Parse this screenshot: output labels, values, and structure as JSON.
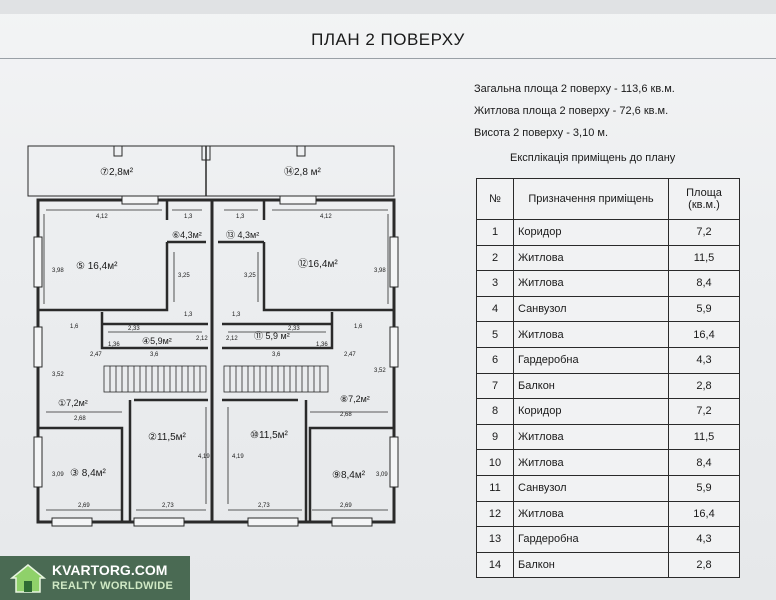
{
  "title": "ПЛАН 2 ПОВЕРХУ",
  "summary": {
    "total_area": "Загальна площа 2 поверху - 113,6 кв.м.",
    "living_area": "Житлова площа 2 поверху - 72,6 кв.м.",
    "height": "Висота 2 поверху - 3,10 м."
  },
  "explication_title": "Експлікація приміщень до плану",
  "table": {
    "headers": [
      "№",
      "Призначення приміщень",
      "Площа (кв.м.)"
    ],
    "rows": [
      {
        "num": "1",
        "name": "Коридор",
        "area": "7,2"
      },
      {
        "num": "2",
        "name": "Житлова",
        "area": "11,5"
      },
      {
        "num": "3",
        "name": "Житлова",
        "area": "8,4"
      },
      {
        "num": "4",
        "name": "Санвузол",
        "area": "5,9"
      },
      {
        "num": "5",
        "name": "Житлова",
        "area": "16,4"
      },
      {
        "num": "6",
        "name": "Гардеробна",
        "area": "4,3"
      },
      {
        "num": "7",
        "name": "Балкон",
        "area": "2,8"
      },
      {
        "num": "8",
        "name": "Коридор",
        "area": "7,2"
      },
      {
        "num": "9",
        "name": "Житлова",
        "area": "11,5"
      },
      {
        "num": "10",
        "name": "Житлова",
        "area": "8,4"
      },
      {
        "num": "11",
        "name": "Санвузол",
        "area": "5,9"
      },
      {
        "num": "12",
        "name": "Житлова",
        "area": "16,4"
      },
      {
        "num": "13",
        "name": "Гардеробна",
        "area": "4,3"
      },
      {
        "num": "14",
        "name": "Балкон",
        "area": "2,8"
      }
    ]
  },
  "plan": {
    "rooms": {
      "r7": "⑦2,8м²",
      "r14": "⑭2,8 м²",
      "r5": "⑤ 16,4м²",
      "r12": "⑫16,4м²",
      "r6": "⑥4,3м²",
      "r13": "⑬ 4,3м²",
      "r4": "④5,9м²",
      "r11": "⑪ 5,9 м²",
      "r1": "①7,2м²",
      "r8": "⑧7,2м²",
      "r2": "②11,5м²",
      "r10": "⑩11,5м²",
      "r3": "③ 8,4м²",
      "r9": "⑨8,4м²"
    },
    "dims": {
      "d412a": "4,12",
      "d412b": "4,12",
      "d13a": "1,3",
      "d13b": "1,3",
      "d398a": "3,98",
      "d398b": "3,98",
      "d325a": "3,25",
      "d325b": "3,25",
      "d13c": "1,3",
      "d13d": "1,3",
      "d233a": "2,33",
      "d233b": "2,33",
      "d212a": "2,12",
      "d212b": "2,12",
      "d36a": "3,6",
      "d36b": "3,6",
      "d16a": "1,6",
      "d16b": "1,6",
      "d352a": "3,52",
      "d352b": "3,52",
      "d247a": "2,47",
      "d247b": "2,47",
      "d268a": "2,68",
      "d268b": "2,68",
      "d419a": "4,19",
      "d419b": "4,19",
      "d309a": "3,09",
      "d309b": "3,09",
      "d269a": "2,69",
      "d269b": "2,69",
      "d273a": "2,73",
      "d273b": "2,73",
      "d136a": "1,36",
      "d136b": "1,36"
    }
  },
  "watermark": {
    "line1": "KVARTORG.COM",
    "line2": "REALTY WORLDWIDE"
  }
}
